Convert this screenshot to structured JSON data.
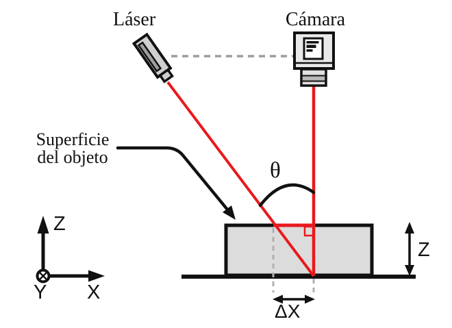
{
  "diagram": {
    "labels": {
      "laser": "Láser",
      "camera": "Cámara",
      "surface_line1": "Superficie",
      "surface_line2": "del objeto",
      "theta": "θ",
      "height_z": "Z",
      "axis_z": "Z",
      "axis_x": "X",
      "axis_y": "Y",
      "delta_x": "ΔX"
    },
    "colors": {
      "beam_red": "#e8191d",
      "object_fill": "#dcdcdc",
      "device_fill": "#cfcfcf",
      "dashed_gray": "#9c9c9c",
      "ink": "#111111",
      "background": "#ffffff"
    },
    "icons": {
      "laser_device": "laser-pointer-icon",
      "camera_device": "camera-icon",
      "axis_origin": "y-axis-into-page-icon"
    }
  }
}
